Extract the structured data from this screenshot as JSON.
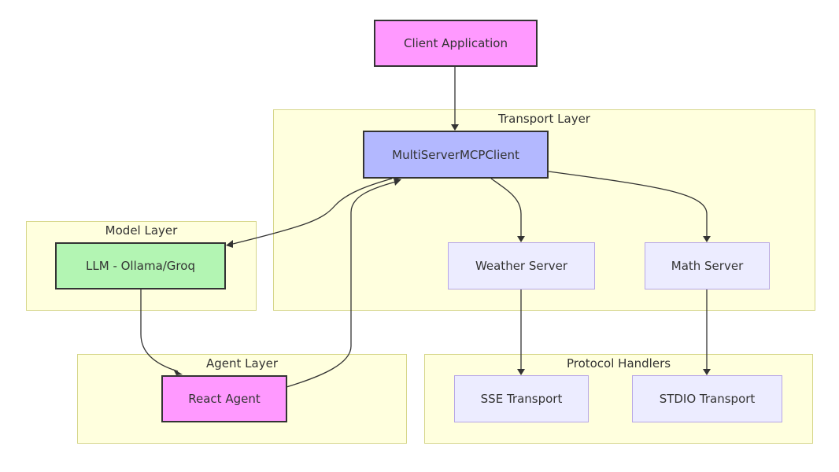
{
  "clusters": {
    "transport": {
      "label": "Transport Layer"
    },
    "model": {
      "label": "Model Layer"
    },
    "agent": {
      "label": "Agent Layer"
    },
    "protocol": {
      "label": "Protocol Handlers"
    }
  },
  "nodes": {
    "client_app": {
      "label": "Client Application",
      "fill": "#ff99ff"
    },
    "multiserver_client": {
      "label": "MultiServerMCPClient",
      "fill": "#b3b8ff"
    },
    "llm": {
      "label": "LLM - Ollama/Groq",
      "fill": "#b3f5b3"
    },
    "weather_server": {
      "label": "Weather Server"
    },
    "math_server": {
      "label": "Math Server"
    },
    "react_agent": {
      "label": "React Agent",
      "fill": "#ff99ff"
    },
    "sse_transport": {
      "label": "SSE Transport"
    },
    "stdio_transport": {
      "label": "STDIO Transport"
    }
  }
}
